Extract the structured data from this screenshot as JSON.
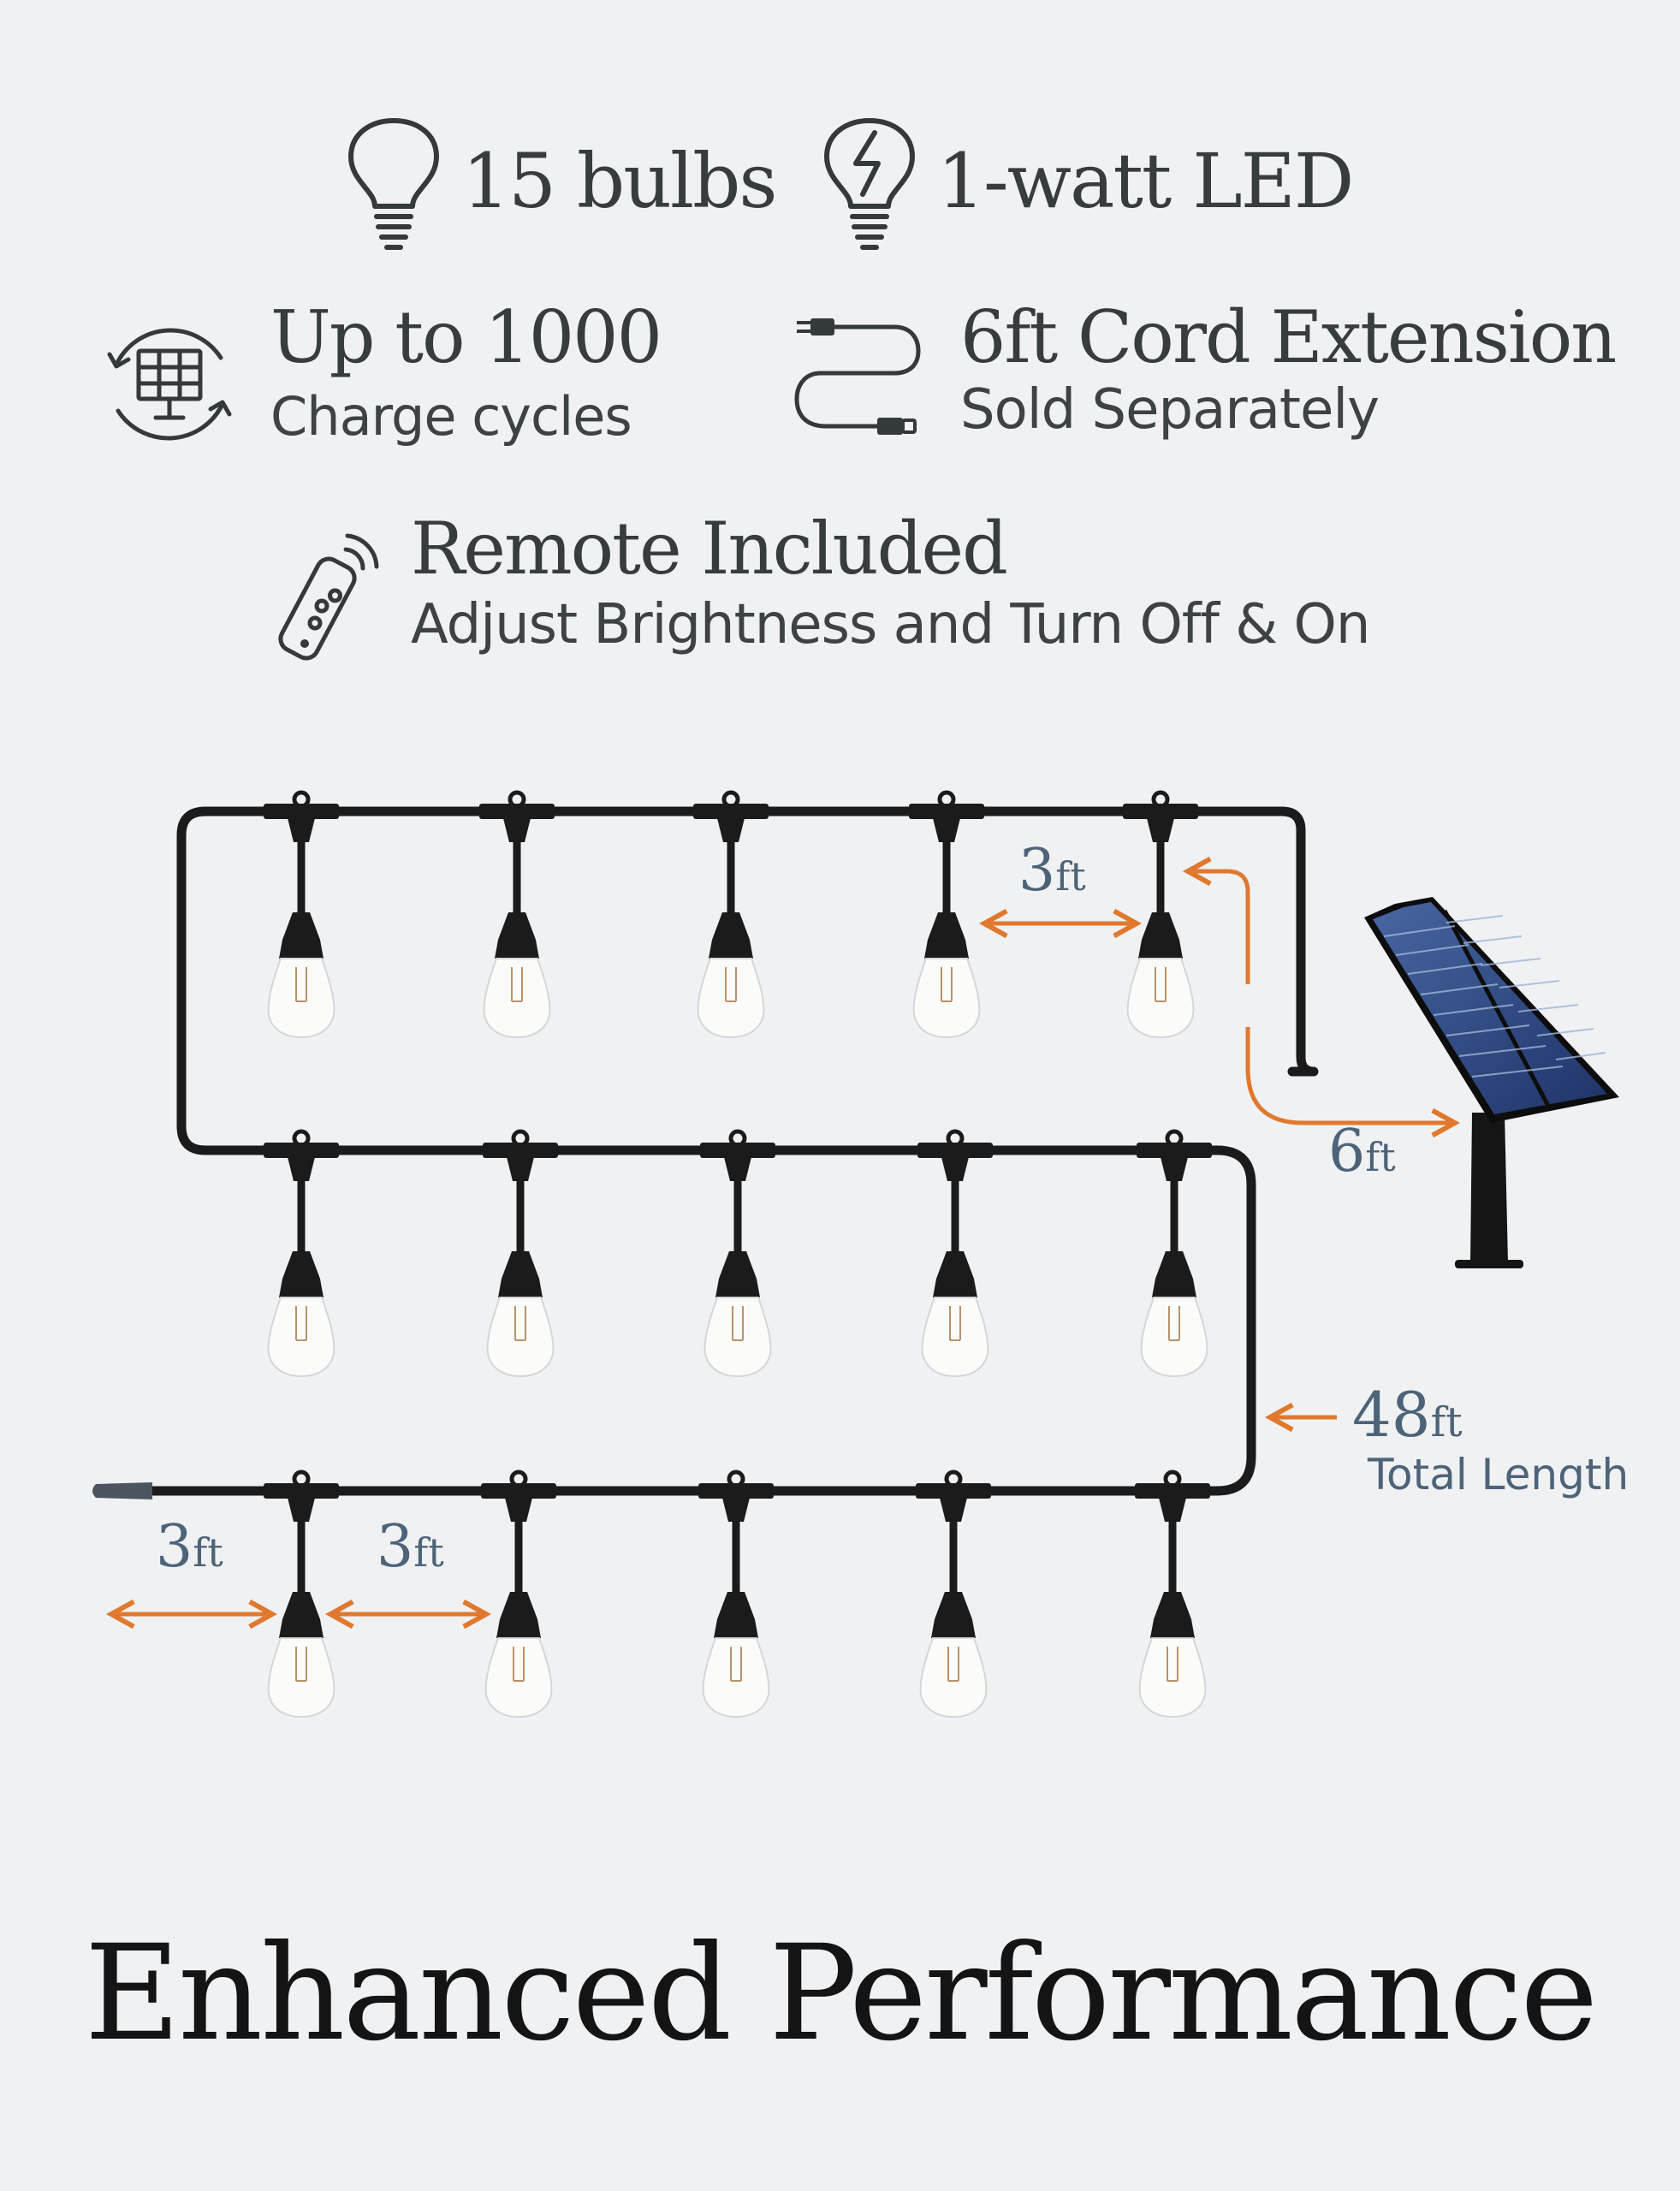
{
  "features": {
    "bulbs": {
      "label": "15 bulbs",
      "icon": "light-bulb-icon"
    },
    "led": {
      "label": "1-watt LED",
      "icon": "lightning-bulb-icon"
    },
    "charge": {
      "title": "Up to 1000",
      "subtitle": "Charge cycles",
      "icon": "solar-recycle-icon"
    },
    "cord": {
      "title": "6ft Cord Extension",
      "subtitle": "Sold Separately",
      "icon": "extension-cord-icon"
    },
    "remote": {
      "title": "Remote Included",
      "subtitle": "Adjust Brightness and Turn Off & On",
      "icon": "remote-control-icon"
    }
  },
  "diagram": {
    "spacing_label": {
      "value": "3",
      "unit": "ft"
    },
    "solar_cable_label": {
      "value": "6",
      "unit": "ft"
    },
    "total_label": {
      "value": "48",
      "unit": "ft",
      "caption": "Total Length"
    },
    "bulb_rows": 3,
    "bulbs_per_row": 5,
    "arrow_color": "#e0782e",
    "cable_color": "#1b1b1b",
    "panel_color": "#27406e"
  },
  "headline": "Enhanced Performance"
}
